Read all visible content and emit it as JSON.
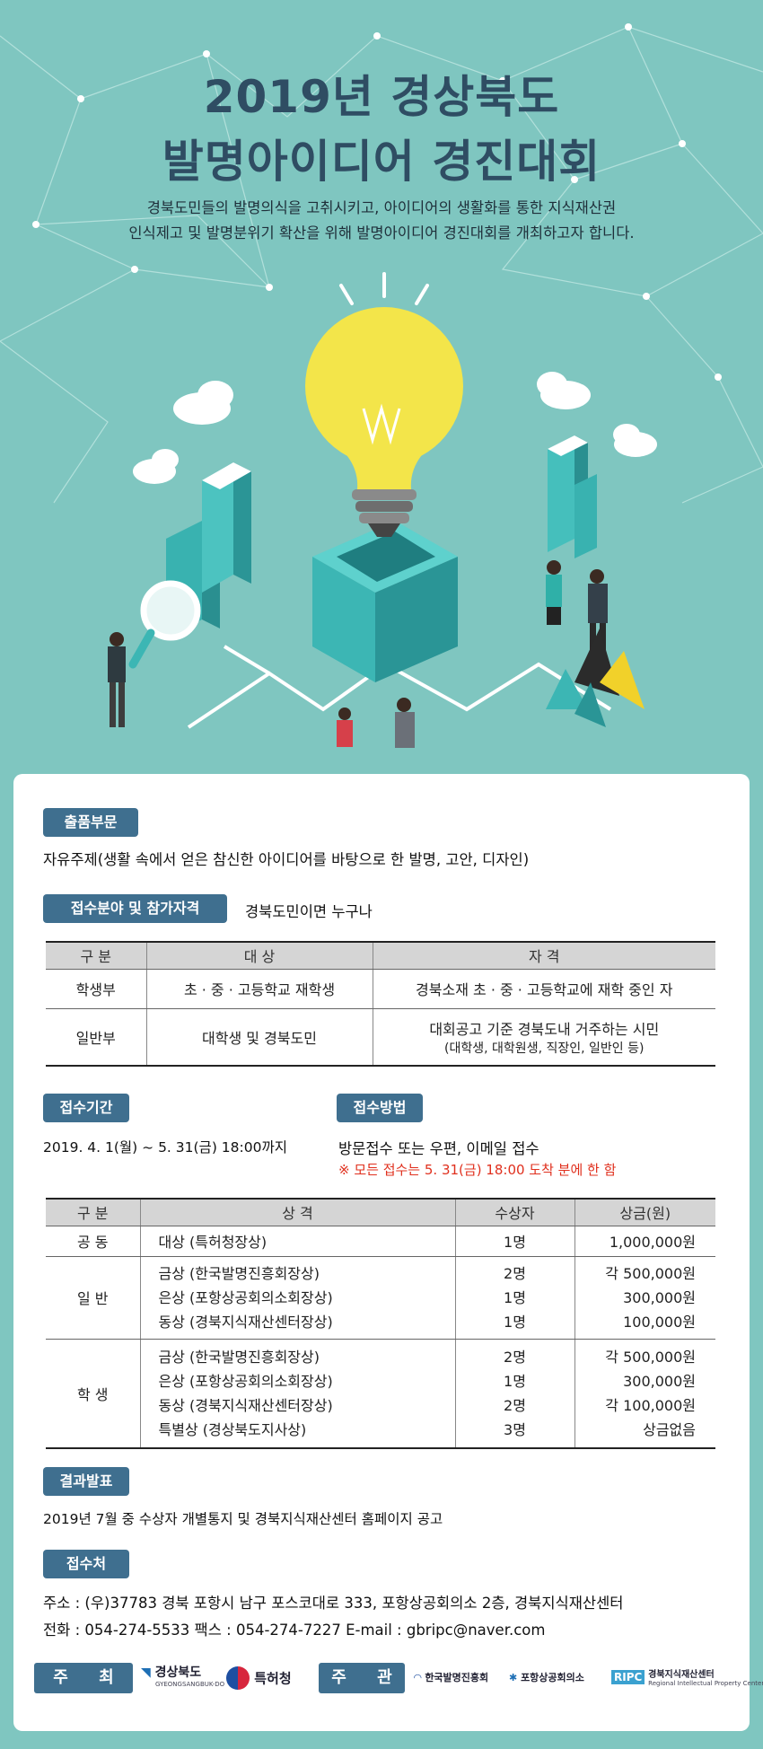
{
  "hero": {
    "title_line1": "2019년 경상북도",
    "title_line2": "발명아이디어 경진대회",
    "subtitle_line1": "경북도민들의 발명의식을 고취시키고, 아이디어의 생활화를 통한 지식재산권",
    "subtitle_line2": "인식제고 및 발명분위기 확산을 위해 발명아이디어 경진대회를 개최하고자 합니다."
  },
  "section_entry": {
    "label": "출품부문",
    "text": "자유주제(생활 속에서 얻은 참신한 아이디어를 바탕으로 한 발명, 고안, 디자인)"
  },
  "section_eligibility": {
    "label": "접수분야 및 참가자격",
    "text": "경북도민이면 누구나",
    "headers": [
      "구 분",
      "대 상",
      "자 격"
    ],
    "rows": [
      {
        "category": "학생부",
        "target": "초 · 중 · 고등학교 재학생",
        "qual": "경북소재 초 · 중 · 고등학교에 재학 중인 자",
        "qual_sub": ""
      },
      {
        "category": "일반부",
        "target": "대학생 및 경북도민",
        "qual": "대회공고 기준 경북도내 거주하는 시민",
        "qual_sub": "(대학생, 대학원생, 직장인, 일반인 등)"
      }
    ]
  },
  "section_period": {
    "label": "접수기간",
    "text": "2019. 4. 1(월) ~ 5. 31(금) 18:00까지"
  },
  "section_method": {
    "label": "접수방법",
    "text": "방문접수 또는 우편, 이메일 접수",
    "note": "※ 모든 접수는 5. 31(금) 18:00 도착 분에 한 함"
  },
  "awards": {
    "headers": [
      "구 분",
      "상 격",
      "수상자",
      "상금(원)"
    ],
    "groups": [
      {
        "category": "공 동",
        "awards": [
          "대상 (특허청장상)"
        ],
        "counts": [
          "1명"
        ],
        "prizes": [
          "1,000,000원"
        ]
      },
      {
        "category": "일 반",
        "awards": [
          "금상 (한국발명진흥회장상)",
          "은상 (포항상공회의소회장상)",
          "동상 (경북지식재산센터장상)"
        ],
        "counts": [
          "2명",
          "1명",
          "1명"
        ],
        "prizes": [
          "각 500,000원",
          "300,000원",
          "100,000원"
        ]
      },
      {
        "category": "학 생",
        "awards": [
          "금상 (한국발명진흥회장상)",
          "은상 (포항상공회의소회장상)",
          "동상 (경북지식재산센터장상)",
          "특별상 (경상북도지사상)"
        ],
        "counts": [
          "2명",
          "1명",
          "2명",
          "3명"
        ],
        "prizes": [
          "각 500,000원",
          "300,000원",
          "각 100,000원",
          "상금없음"
        ]
      }
    ]
  },
  "section_result": {
    "label": "결과발표",
    "text": "2019년 7월 중 수상자 개별통지 및 경북지식재산센터 홈페이지 공고"
  },
  "section_contact": {
    "label": "접수처",
    "address": "주소 : (우)37783 경북 포항시 남구 포스코대로 333, 포항상공회의소 2층, 경북지식재산센터",
    "phone": "전화 : 054-274-5533   팩스 : 054-274-7227   E-mail : gbripc@naver.com"
  },
  "footer": {
    "host_label": "주 최",
    "organizer_label": "주 관",
    "logo_gyeongbuk": "경상북도",
    "logo_gyeongbuk_sub": "GYEONGSANGBUK-DO",
    "logo_kipo": "특허청",
    "logo_kipa": "한국발명진흥회",
    "logo_chamber": "포항상공회의소",
    "logo_ripc": "RIPC",
    "logo_ripc_name": "경북지식재산센터",
    "logo_ripc_sub": "Regional Intellectual Property Center"
  },
  "colors": {
    "background": "#7fc6c0",
    "title": "#2f4d63",
    "tag": "#3f6f8f",
    "note_red": "#e0301e",
    "bulb": "#f3e54a",
    "teal": "#3cb6b4"
  }
}
